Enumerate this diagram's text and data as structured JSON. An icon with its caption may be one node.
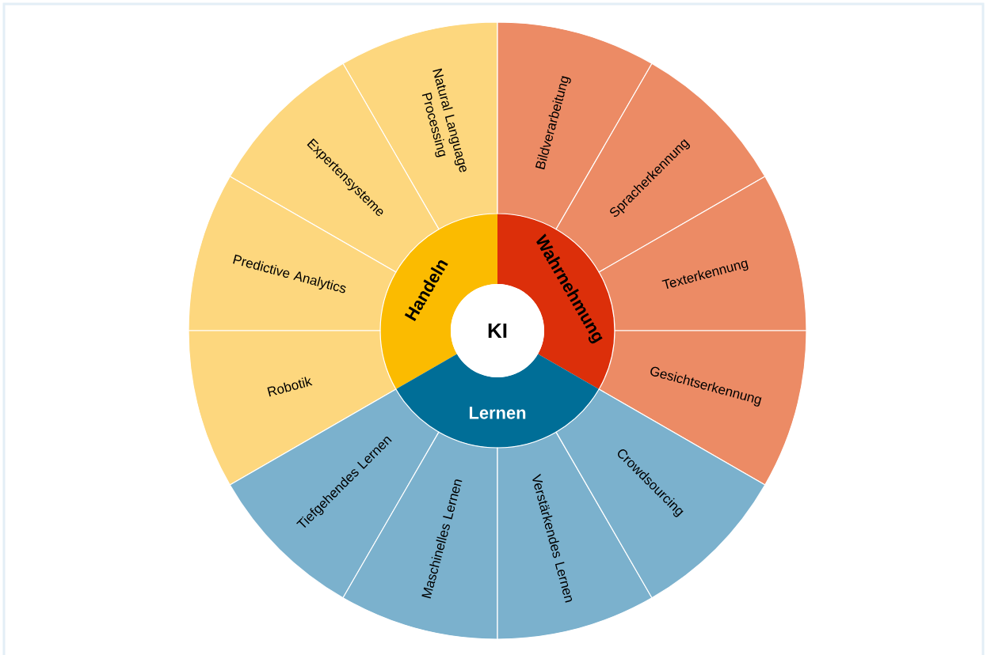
{
  "diagram": {
    "nodes": [
      {
        "text": [
          "KI"
        ]
      },
      {
        "text": [
          "Handeln"
        ]
      },
      {
        "text": [
          "Wahrnehmung"
        ]
      },
      {
        "text": [
          "Lernen"
        ]
      },
      {
        "text": [
          "Natural Language Processing"
        ]
      },
      {
        "text": [
          "Expertensysteme"
        ]
      },
      {
        "text": [
          "Predictive Analytics"
        ]
      },
      {
        "text": [
          "Robotik"
        ]
      },
      {
        "text": [
          "Bildverarbeitung"
        ]
      },
      {
        "text": [
          "Spracherkennung"
        ]
      },
      {
        "text": [
          "Texterkennung"
        ]
      },
      {
        "text": [
          "Gesichtserkennung"
        ]
      },
      {
        "text": [
          "Tiefgehendes Lernen"
        ]
      },
      {
        "text": [
          "Maschinelles Lernen"
        ]
      },
      {
        "text": [
          "Verstärkendes Lernen"
        ]
      },
      {
        "text": [
          "Crowdsourcing"
        ]
      }
    ]
  }
}
